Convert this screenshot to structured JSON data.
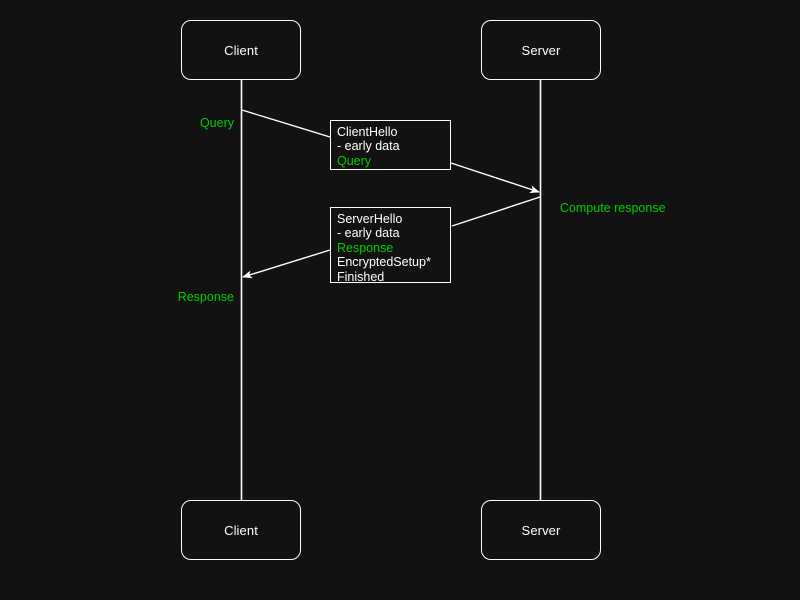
{
  "diagram": {
    "title": "TLS 1.3 early data sequence diagram",
    "background_color": "#121212",
    "line_color": "#ffffff",
    "accent_color": "#00cc00",
    "participants": [
      {
        "id": "client",
        "label": "Client"
      },
      {
        "id": "server",
        "label": "Server"
      }
    ],
    "participants_bottom": [
      {
        "id": "client",
        "label": "Client"
      },
      {
        "id": "server",
        "label": "Server"
      }
    ],
    "lifeline_labels": [
      {
        "id": "query",
        "text": "Query",
        "color": "#00cc00"
      },
      {
        "id": "compute-response",
        "text": "Compute response",
        "color": "#00cc00"
      },
      {
        "id": "response",
        "text": "Response",
        "color": "#00cc00"
      }
    ],
    "notes": [
      {
        "id": "client-hello",
        "lines": [
          {
            "text": "ClientHello",
            "accent": false
          },
          {
            "text": "- early data",
            "accent": false
          },
          {
            "text": "Query",
            "accent": true
          }
        ]
      },
      {
        "id": "server-hello",
        "lines": [
          {
            "text": "ServerHello",
            "accent": false
          },
          {
            "text": "- early data",
            "accent": false
          },
          {
            "text": "Response",
            "accent": true
          },
          {
            "text": "EncryptedSetup*",
            "accent": false
          },
          {
            "text": "Finished",
            "accent": false
          }
        ]
      }
    ]
  }
}
